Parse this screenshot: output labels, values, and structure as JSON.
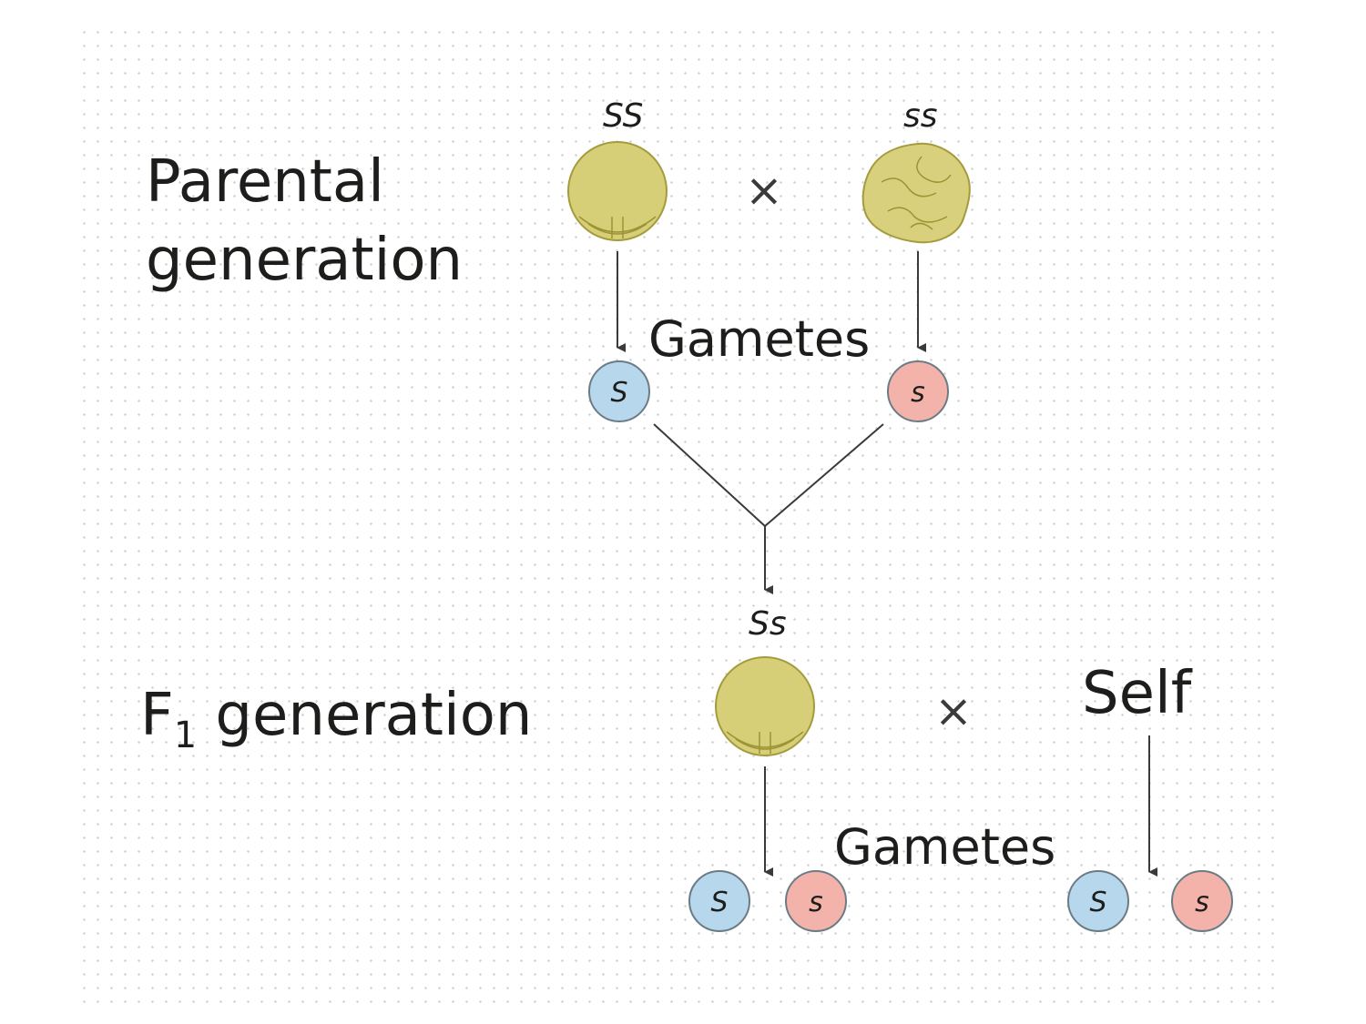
{
  "parental": {
    "label_line1": "Parental",
    "label_line2": "generation",
    "genotype_left": "SS",
    "genotype_right": "ss",
    "cross_symbol": "×",
    "gametes_label": "Gametes",
    "gamete_left": "S",
    "gamete_right": "s"
  },
  "f1": {
    "label_prefix": "F",
    "label_subscript": "1",
    "label_rest": " generation",
    "genotype": "Ss",
    "cross_symbol": "×",
    "self_label": "Self",
    "gametes_label": "Gametes",
    "gametes": [
      "S",
      "s",
      "S",
      "s"
    ]
  },
  "colors": {
    "smooth_seed": "#d6cf78",
    "wrinkled_seed": "#d8d07c",
    "seed_outline": "#a39b3c",
    "gamete_dominant": "#b7d7ec",
    "gamete_recessive": "#f4b3aa",
    "gamete_outline": "#6b7c86",
    "line": "#3a3a3a"
  }
}
